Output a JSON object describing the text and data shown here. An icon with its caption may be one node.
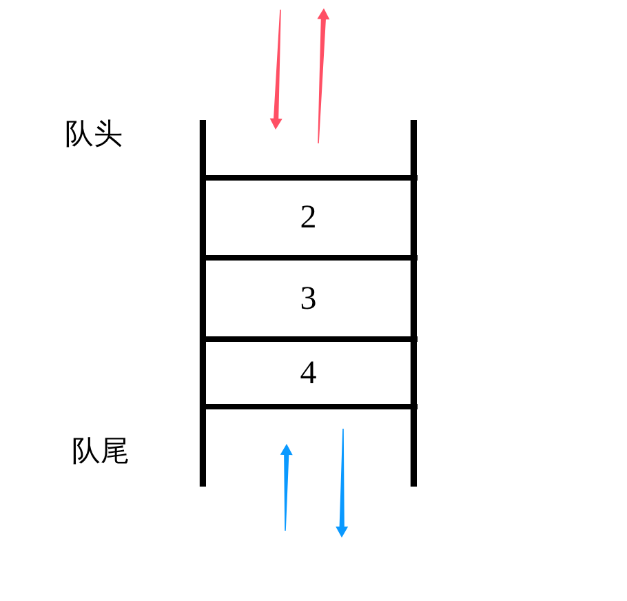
{
  "diagram": {
    "nodes": [
      {
        "text": [
          "2"
        ]
      },
      {
        "text": [
          "3"
        ]
      },
      {
        "text": [
          "4"
        ]
      }
    ],
    "labels": [
      "队头",
      "队尾"
    ]
  }
}
